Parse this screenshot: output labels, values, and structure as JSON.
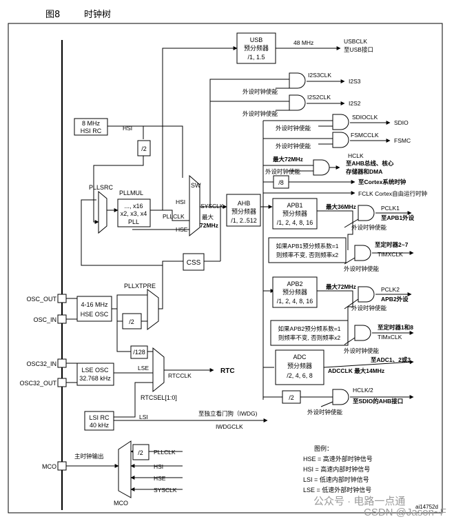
{
  "header": {
    "figure": "图8",
    "title": "时钟树"
  },
  "blocks": {
    "usb": [
      "USB",
      "预分频器",
      "/1, 1.5"
    ],
    "hsi_rc": [
      "8 MHz",
      "HSI RC"
    ],
    "pllsrc": "PLLSRC",
    "pllmul": "PLLMUL",
    "pll": [
      "..., x16",
      "x2, x3, x4",
      "PLL"
    ],
    "sw": "SW",
    "ahb": [
      "AHB",
      "预分频器",
      "/1, 2..512"
    ],
    "apb1": [
      "APB1",
      "预分频器",
      "/1, 2, 4, 8, 16"
    ],
    "apb2": [
      "APB2",
      "预分频器",
      "/1, 2, 4, 8, 16"
    ],
    "adc": [
      "ADC",
      "预分频器",
      "/2, 4, 6, 8"
    ],
    "css": "CSS",
    "hse_osc": [
      "4-16 MHz",
      "HSE OSC"
    ],
    "lse_osc": [
      "LSE OSC",
      "32.768 kHz"
    ],
    "lsi_rc": [
      "LSI RC",
      "40 kHz"
    ],
    "timer_mult1": [
      "如果APB1预分频系数=1",
      "则频率不变, 否则频率x2"
    ],
    "timer_mult2": [
      "如果APB2预分频系数=1",
      "则频率不变, 否则频率x2"
    ],
    "div2_hsi": "/2",
    "div2_hse": "/2",
    "div8": "/8",
    "div2_sdio": "/2",
    "div2_mco": "/2",
    "div128": "/128",
    "pllxtpre": "PLLXTPRE",
    "rtcsel": "RTCSEL[1:0]",
    "mco_mux": "MCO"
  },
  "pins": [
    "OSC_OUT",
    "OSC_IN",
    "OSC32_IN",
    "OSC32_OUT",
    "MCO"
  ],
  "labels": {
    "hsi": "HSI",
    "hsi_sw": "HSI",
    "hse_sw": "HSE",
    "pllclk": "PLLCLK",
    "sysclk": "SYSCLK",
    "max72": [
      "最大",
      "72MHz"
    ],
    "usb_freq": "48 MHz",
    "usbclk": [
      "USBCLK",
      "至USB接口"
    ],
    "i2s3clk": "I2S3CLK",
    "i2s3": "I2S3",
    "i2s2clk": "I2S2CLK",
    "i2s2": "I2S2",
    "sdioclk": "SDIOCLK",
    "sdio": "SDIO",
    "fsmcclk": "FSMCCLK",
    "fsmc": "FSMC",
    "hclk": [
      "HCLK",
      "至AHB总线、核心",
      "存储器和DMA"
    ],
    "max72_hclk": "最大72MHz",
    "cortex": "至Cortex系统时钟",
    "fclk": "FCLK Cortex自由运行时钟",
    "max36": "最大36MHz",
    "pclk1": [
      "PCLK1",
      "至APB1外设"
    ],
    "timer27": [
      "至定时器2~7",
      "TIMXCLK"
    ],
    "max72_apb2": "最大72MHz",
    "pclk2": [
      "PCLK2",
      "APB2外设"
    ],
    "timer18": [
      "至定时器1和8",
      "TIMxCLK"
    ],
    "adcclk": [
      "至ADC1、2或3",
      "ADCCLK 最大14MHz"
    ],
    "hclk2": [
      "HCLK/2",
      "至SDIO的AHB接口"
    ],
    "enable": "外设时钟使能",
    "lse": "LSE",
    "rtcclk": "RTCCLK",
    "rtc": "RTC",
    "lsi": "LSI",
    "iwdg": [
      "至独立看门狗（IWDG)",
      "IWDGCLK"
    ],
    "mco_out": "主时钟输出",
    "mco_pllclk": "PLLCLK",
    "mco_hsi": "HSI",
    "mco_hse": "HSE",
    "mco_sysclk": "SYSCLK",
    "part_code": "ai14752d"
  },
  "legend": {
    "title": "图例：",
    "items": [
      "HSE = 高速外部时钟信号",
      "HSI = 高速内部时钟信号",
      "LSI = 低速内部时钟信号",
      "LSE = 低速外部时钟信号"
    ]
  },
  "watermarks": [
    "公众号 · 电路一点通",
    "CSDN @Jason~F"
  ]
}
